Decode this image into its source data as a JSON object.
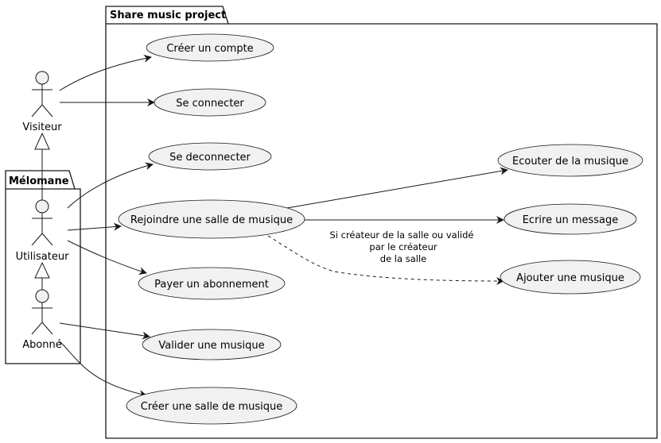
{
  "packages": {
    "main": "Share music project",
    "actors_group": "Mélomane"
  },
  "actors": {
    "visiteur": "Visiteur",
    "utilisateur": "Utilisateur",
    "abonne": "Abonné"
  },
  "use_cases": {
    "creer_compte": "Créer un compte",
    "se_connecter": "Se connecter",
    "se_deconnecter": "Se deconnecter",
    "rejoindre_salle": "Rejoindre une salle de musique",
    "payer_abonnement": "Payer un abonnement",
    "valider_musique": "Valider une musique",
    "creer_salle": "Créer une salle de musique",
    "ecouter_musique": "Ecouter de la musique",
    "ecrire_message": "Ecrire un message",
    "ajouter_musique": "Ajouter une musique"
  },
  "condition_note": {
    "line1": "Si créateur de la salle ou validé",
    "line2": "par le créateur",
    "line3": "de la salle"
  }
}
